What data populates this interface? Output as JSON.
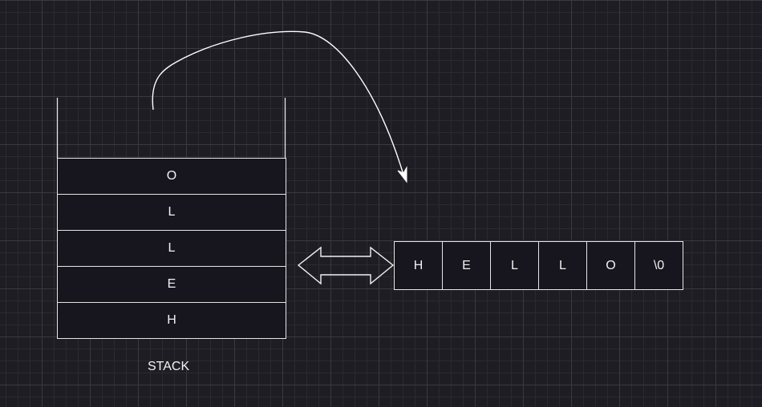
{
  "stack": {
    "cells": [
      "O",
      "L",
      "L",
      "E",
      "H"
    ],
    "label": "STACK"
  },
  "array": {
    "cells": [
      "H",
      "E",
      "L",
      "L",
      "O",
      "\\0"
    ]
  },
  "colors": {
    "background": "#1e1d24",
    "stroke": "#e6e6e6",
    "cell_fill": "#17161f"
  }
}
